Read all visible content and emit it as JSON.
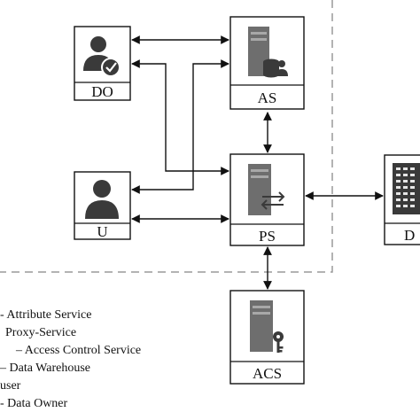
{
  "nodes": {
    "do": {
      "label": "DO",
      "icon": "user-check-icon"
    },
    "as": {
      "label": "AS",
      "icon": "server-database-icon"
    },
    "u": {
      "label": "U",
      "icon": "user-icon"
    },
    "ps": {
      "label": "PS",
      "icon": "server-exchange-icon"
    },
    "dw": {
      "label": "D",
      "icon": "building-icon"
    },
    "acs": {
      "label": "ACS",
      "icon": "server-key-icon"
    }
  },
  "legend": [
    "- Attribute Service",
    "Proxy-Service",
    "– Access Control Service",
    "– Data Warehouse",
    "user",
    "- Data Owner"
  ],
  "colors": {
    "icon_dark": "#3a3a3a",
    "icon_mid": "#6e6e6e",
    "icon_light": "#a8a8a8",
    "dashed_border": "#9a9a9a"
  }
}
